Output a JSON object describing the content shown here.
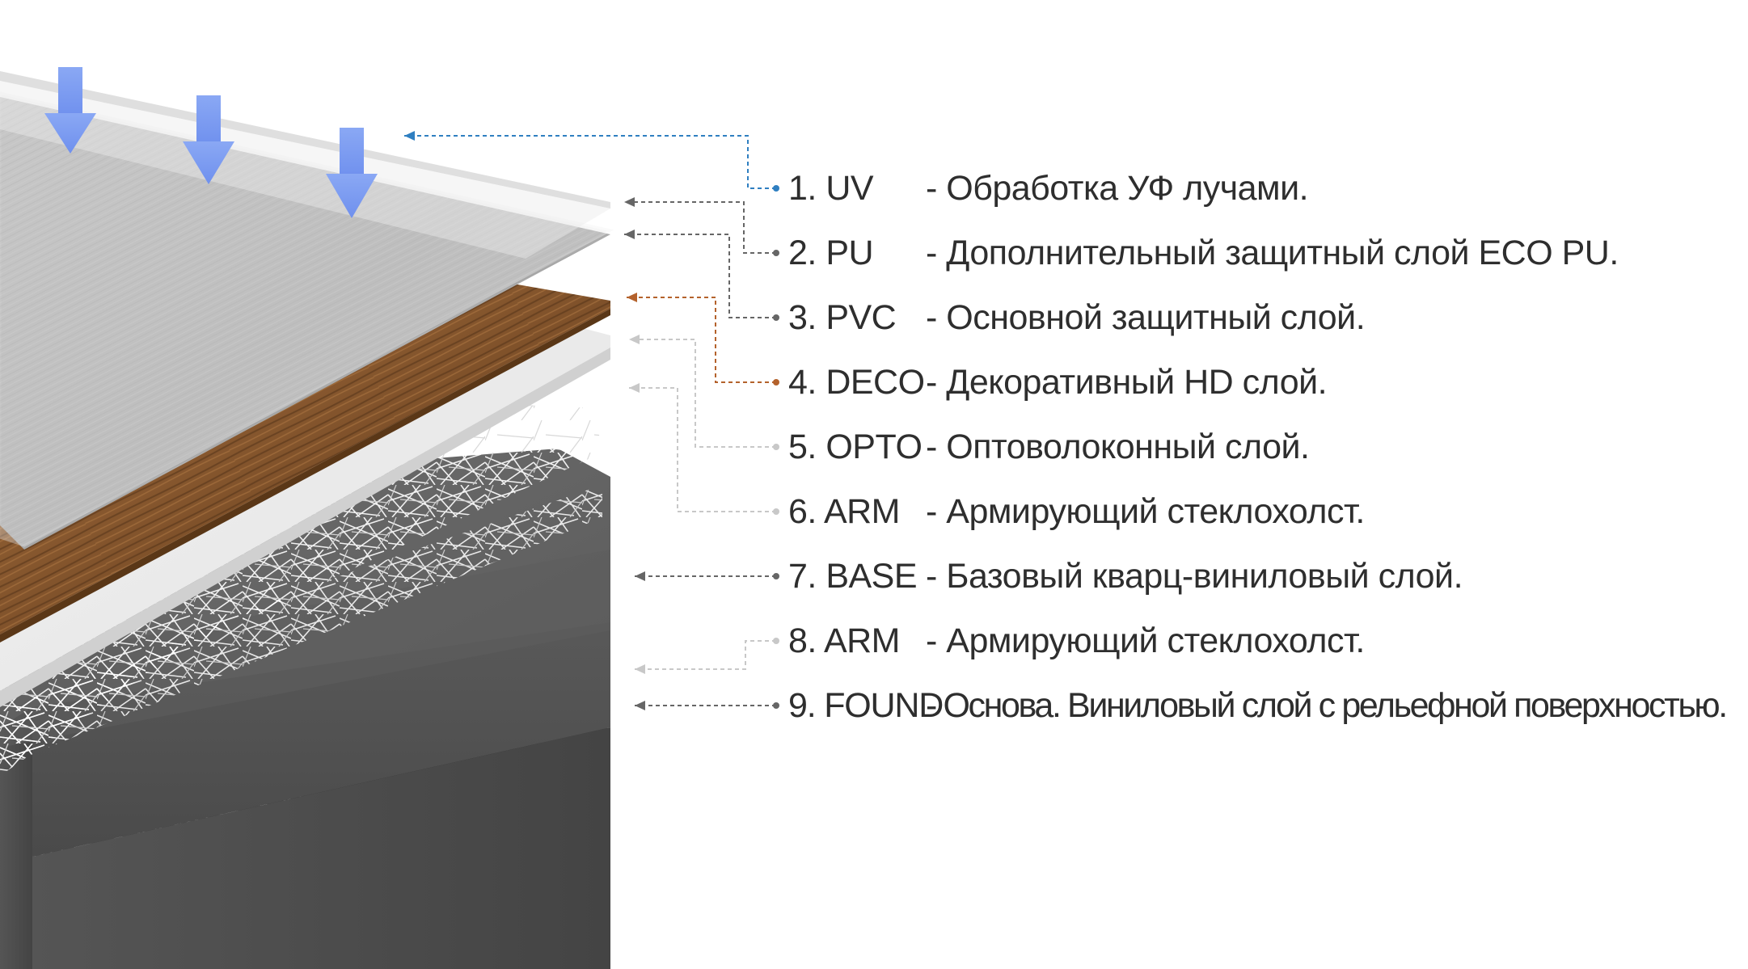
{
  "diagram": {
    "colors": {
      "uv_arrow": "#7f9ef0",
      "uv_leader": "#2f7fc1",
      "deco_leader": "#b4622c",
      "grey_leader": "#666666",
      "light_leader": "#c8c8c8",
      "text": "#2e2e2e"
    },
    "layers": [
      {
        "number": "1.",
        "code": "UV",
        "description": "- Обработка УФ лучами.",
        "leader_color": "uv"
      },
      {
        "number": "2.",
        "code": "PU",
        "description": "- Дополнительный защитный слой ECO PU.",
        "leader_color": "grey"
      },
      {
        "number": "3.",
        "code": "PVC",
        "description": "- Основной защитный слой.",
        "leader_color": "grey"
      },
      {
        "number": "4.",
        "code": "DECO",
        "description": "- Декоративный HD слой.",
        "leader_color": "deco"
      },
      {
        "number": "5.",
        "code": "OPTO",
        "description": "- Оптоволоконный слой.",
        "leader_color": "light"
      },
      {
        "number": "6.",
        "code": "ARM",
        "description": "- Армирующий стеклохолст.",
        "leader_color": "light"
      },
      {
        "number": "7.",
        "code": "BASE",
        "description": "- Базовый кварц-виниловый слой.",
        "leader_color": "grey"
      },
      {
        "number": "8.",
        "code": "ARM",
        "description": "- Армирующий стеклохолст.",
        "leader_color": "light"
      },
      {
        "number": "9.",
        "code": "FOUND",
        "description": "- Основа. Виниловый слой с рельефной поверхностью.",
        "leader_color": "grey"
      }
    ]
  }
}
